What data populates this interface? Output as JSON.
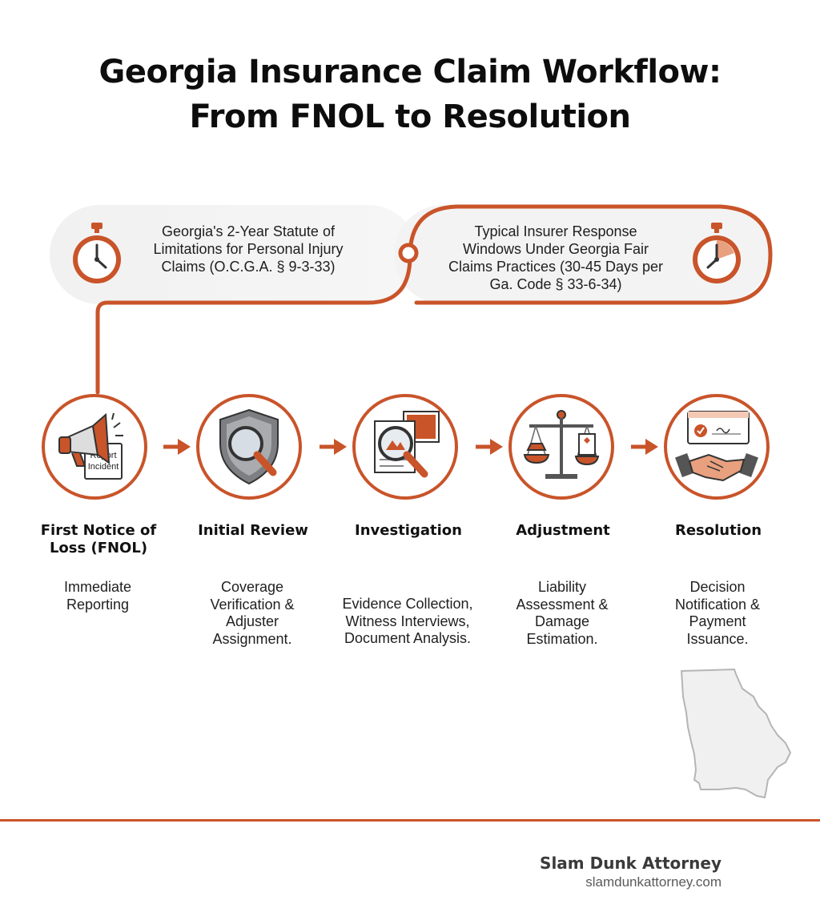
{
  "title": {
    "line1": "Georgia Insurance Claim Workflow:",
    "line2": "From FNOL to Resolution"
  },
  "timers": {
    "left": {
      "lines": [
        "Georgia's 2-Year Statute of",
        "Limitations for Personal Injury",
        "Claims (O.C.G.A. § 9-3-33)"
      ]
    },
    "right": {
      "lines": [
        "Typical Insurer Response",
        "Windows Under Georgia Fair",
        "Claims Practices (30-45 Days per",
        "Ga. Code § 33-6-34)"
      ]
    }
  },
  "steps": [
    {
      "title": [
        "First Notice of",
        "Loss (FNOL)"
      ],
      "desc": [
        "Immediate",
        "Reporting"
      ],
      "icon": "megaphone-icon",
      "icon_text": [
        "Report",
        "Incident"
      ]
    },
    {
      "title": [
        "Initial Review"
      ],
      "desc": [
        "Coverage",
        "Verification &",
        "Adjuster",
        "Assignment."
      ],
      "icon": "shield-magnifier-icon"
    },
    {
      "title": [
        "Investigation"
      ],
      "desc": [
        "Evidence Collection,",
        "Witness Interviews,",
        "Document Analysis."
      ],
      "icon": "document-magnifier-icon"
    },
    {
      "title": [
        "Adjustment"
      ],
      "desc": [
        "Liability",
        "Assessment &",
        "Damage",
        "Estimation."
      ],
      "icon": "scales-icon"
    },
    {
      "title": [
        "Resolution"
      ],
      "desc": [
        "Decision",
        "Notification &",
        "Payment",
        "Issuance."
      ],
      "icon": "handshake-check-icon"
    }
  ],
  "footer": {
    "brand": "Slam Dunk Attorney",
    "url": "slamdunkattorney.com"
  },
  "colors": {
    "accent": "#c9542a",
    "text": "#111111",
    "pill_bg": "#f2f2f2"
  }
}
